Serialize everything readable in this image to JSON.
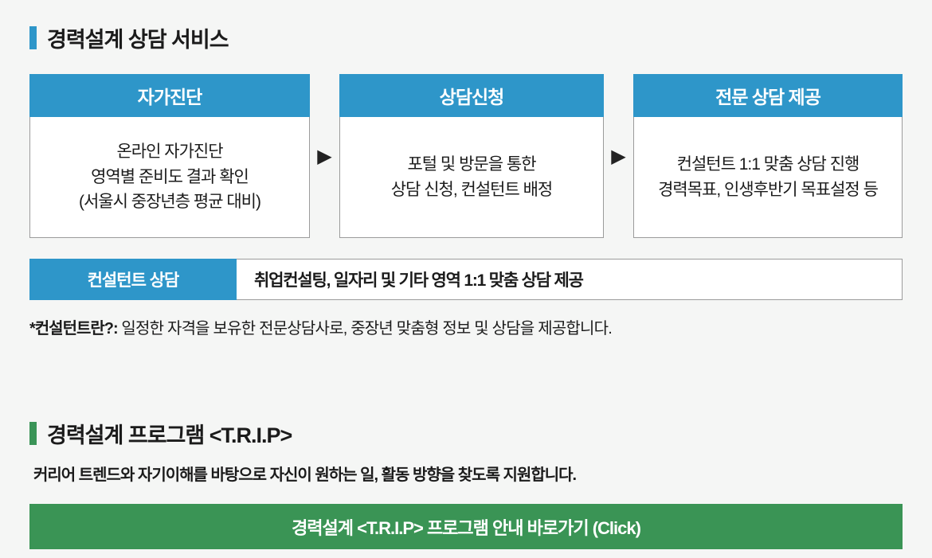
{
  "section1": {
    "title": "경력설계 상담 서비스",
    "arrow_glyph": "▶",
    "steps": [
      {
        "header": "자가진단",
        "body_lines": [
          "온라인 자가진단",
          "영역별 준비도 결과 확인",
          "(서울시 중장년층 평균 대비)"
        ]
      },
      {
        "header": "상담신청",
        "body_lines": [
          "포털 및 방문을 통한",
          "상담 신청, 컨설턴트 배정"
        ]
      },
      {
        "header": "전문 상담 제공",
        "body_lines": [
          "컨설턴트 1:1 맞춤 상담 진행",
          "경력목표, 인생후반기 목표설정 등"
        ]
      }
    ],
    "consultant_row": {
      "label": "컨설턴트 상담",
      "description": "취업컨설팅, 일자리 및 기타 영역 1:1 맞춤 상담 제공"
    },
    "footnote": {
      "label": "*컨설턴트란?:",
      "text": " 일정한 자격을 보유한 전문상담사로, 중장년 맞춤형 정보 및 상담을 제공합니다."
    }
  },
  "section2": {
    "title": "경력설계 프로그램  <T.R.I.P>",
    "description": "커리어 트렌드와 자기이해를 바탕으로 자신이 원하는 일, 활동 방향을 찾도록 지원합니다.",
    "button_label": "경력설계 <T.R.I.P> 프로그램 안내 바로가기 (Click)"
  },
  "colors": {
    "blue": "#2e96c9",
    "green": "#3a9455",
    "background": "#f5f6f5",
    "box_border": "#9b9b9b"
  }
}
